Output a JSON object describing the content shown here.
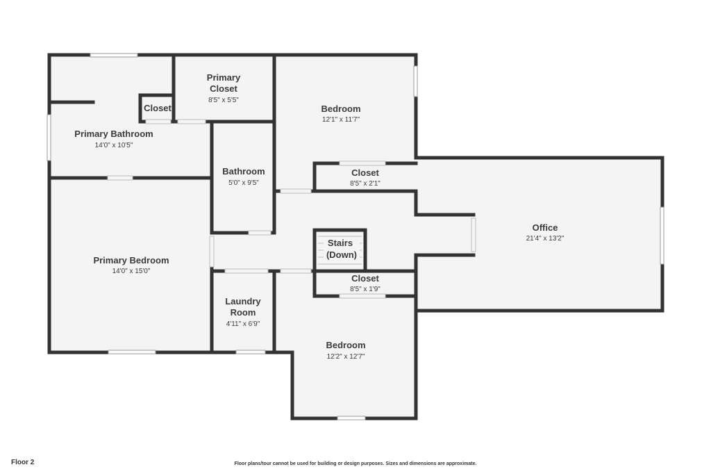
{
  "floor_label": "Floor 2",
  "disclaimer": "Floor plans/tour cannot be used for building or design purposes. Sizes and dimensions are approximate.",
  "rooms": {
    "primary_closet": {
      "name_line1": "Primary",
      "name_line2": "Closet",
      "dims": "8'5\" x 5'5\""
    },
    "small_closet": {
      "name": "Closet"
    },
    "primary_bathroom": {
      "name": "Primary Bathroom",
      "dims": "14'0\" x 10'5\""
    },
    "bedroom_upper": {
      "name": "Bedroom",
      "dims": "12'1\" x 11'7\""
    },
    "closet_upper": {
      "name": "Closet",
      "dims": "8'5\" x 2'1\""
    },
    "bathroom": {
      "name": "Bathroom",
      "dims": "5'0\" x 9'5\""
    },
    "primary_bedroom": {
      "name": "Primary Bedroom",
      "dims": "14'0\" x 15'0\""
    },
    "office": {
      "name": "Office",
      "dims": "21'4\" x 13'2\""
    },
    "stairs": {
      "name_line1": "Stairs",
      "name_line2": "(Down)"
    },
    "closet_lower": {
      "name": "Closet",
      "dims": "8'5\" x 1'9\""
    },
    "laundry": {
      "name_line1": "Laundry",
      "name_line2": "Room",
      "dims": "4'11\" x 6'9\""
    },
    "bedroom_lower": {
      "name": "Bedroom",
      "dims": "12'2\" x 12'7\""
    }
  }
}
